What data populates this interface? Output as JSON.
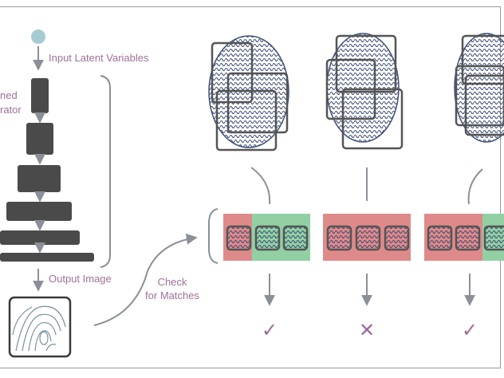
{
  "labels": {
    "input": "Input Latent Variables",
    "generator_line1": "ned",
    "generator_line2": "rator",
    "output": "Output Image",
    "check_line1": "Check",
    "check_line2": "for Matches"
  },
  "results": [
    {
      "column": 1,
      "symbol": "✓",
      "outcome": "match"
    },
    {
      "column": 2,
      "symbol": "✕",
      "outcome": "no-match"
    },
    {
      "column": 3,
      "symbol": "✓",
      "outcome": "match"
    }
  ],
  "colors": {
    "text": "#a0709a",
    "arrow": "#8a8f98",
    "layer": "#4a4a4a",
    "node": "#a6cbd3",
    "red_band": "#df8a8a",
    "green_band": "#92d0a4",
    "fingerprint": "#3d4f78",
    "box": "#555555",
    "mark": "#9b6a9b"
  }
}
